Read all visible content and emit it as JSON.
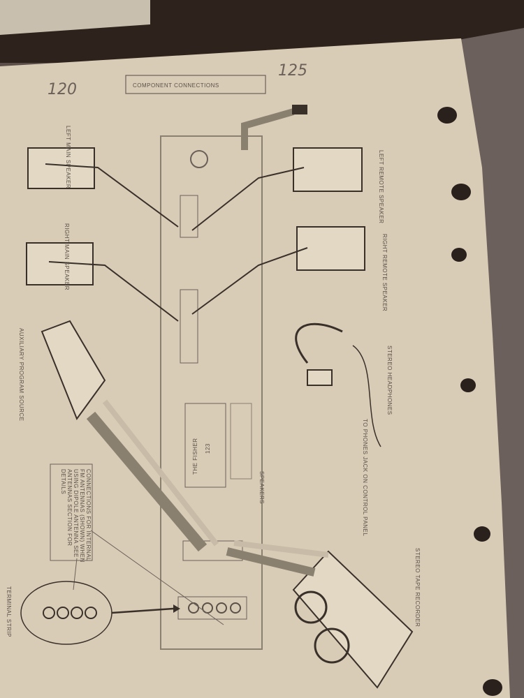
{
  "title": "COMPONENT CONNECTIONS",
  "handwritten_notes": [
    "120",
    "125"
  ],
  "labels": {
    "left_main_speaker": "LEFT MAIN SPEAKER",
    "right_main_speaker": "RIGHT MAIN SPEAKER",
    "left_remote_speaker": "LEFT REMOTE SPEAKER",
    "right_remote_speaker": "RIGHT REMOTE SPEAKER",
    "auxiliary_source": "AUXILIARY PROGRAM SOURCE",
    "headphones": "STEREO HEADPHONES",
    "phones_jack": "TO PHONES JACK ON CONTROL PANEL",
    "tape_recorder": "STEREO TAPE RECORDER",
    "terminal_strip": "TERMINAL STRIP",
    "receiver_brand": "THE FISHER",
    "receiver_model": "123",
    "speakers": "SPEAKERS",
    "antenna_note": "CONNECTIONS FOR INTERNAL FM ANTENNAS (SHOWN) WHEN USING DIPOLE ANTENNA SEE ANTENNAS SECTION FOR DETAILS"
  }
}
